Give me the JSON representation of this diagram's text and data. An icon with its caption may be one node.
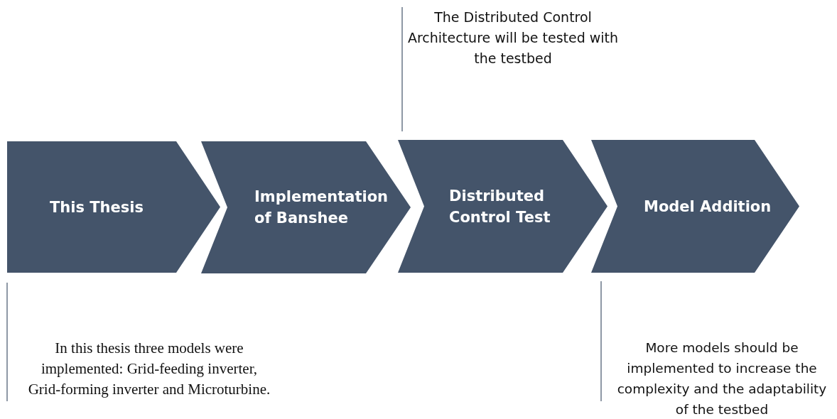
{
  "diagram": {
    "nodes": [
      {
        "text": [
          "This Thesis"
        ]
      },
      {
        "text": [
          "Implementation of Banshee"
        ]
      },
      {
        "text": [
          "Distributed Control Test"
        ]
      },
      {
        "text": [
          "Model Addition"
        ]
      }
    ],
    "labels": [
      "The Distributed Control Architecture will be tested with the testbed",
      "In this thesis three models were implemented: Grid-feeding inverter, Grid-forming inverter and Microturbine.",
      "More models should be implemented to increase the complexity and the adaptability of the testbed"
    ]
  }
}
